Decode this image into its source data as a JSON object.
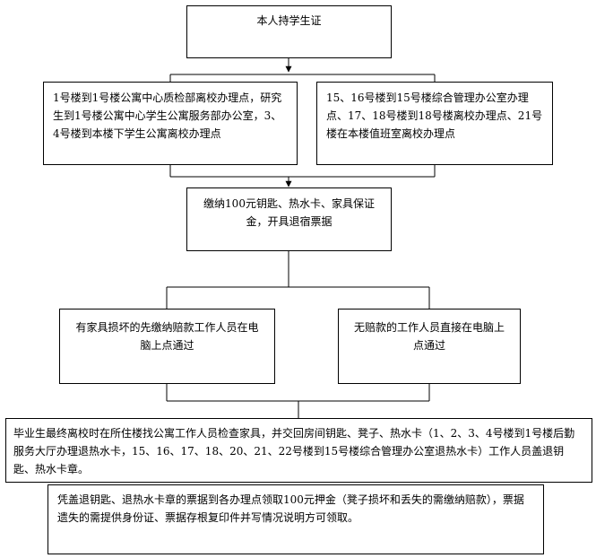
{
  "flowchart": {
    "start": {
      "text": "本人持学生证"
    },
    "left_office": {
      "text": "1号楼到1号楼公寓中心质检部离校办理点，研究生到1号楼公寓中心学生公寓服务部办公室，3、4号楼到本楼下学生公寓离校办理点"
    },
    "right_office": {
      "text": "15、16号楼到15号楼综合管理办公室办理点、17、18号楼到18号楼离校办理点、21号楼在本楼值班室离校办理点"
    },
    "payment": {
      "text": "缴纳100元钥匙、热水卡、家具保证金，开具退宿票据"
    },
    "damage": {
      "text": "有家具损坏的先缴纳赔款工作人员在电脑上点通过"
    },
    "no_damage": {
      "text": "无赔款的工作人员直接在电脑上点通过"
    },
    "final_check": {
      "text": "毕业生最终离校时在所住楼找公寓工作人员检查家具，并交回房间钥匙、凳子、热水卡（1、2、3、4号楼到1号楼后勤服务大厅办理退热水卡，15、16、17、18、20、21、22号楼到15号楼综合管理办公室退热水卡）工作人员盖退钥匙、热水卡章。"
    },
    "refund": {
      "text": "凭盖退钥匙、退热水卡章的票据到各办理点领取100元押金（凳子损坏和丢失的需缴纳赔款），票据遗失的需提供身份证、票据存根复印件并写情况说明方可领取。"
    }
  }
}
